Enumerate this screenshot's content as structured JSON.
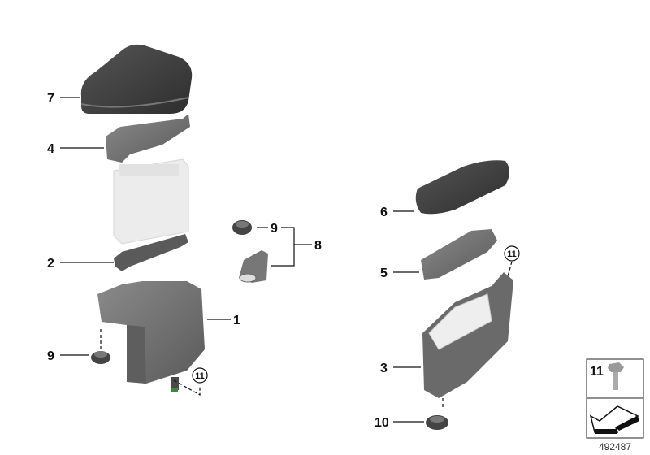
{
  "diagram": {
    "callouts": {
      "cover_top": "7",
      "cover_left": "4",
      "bracket": "2",
      "housing": "1",
      "grommet_left": "9",
      "screw_ref_left": "11",
      "grommet_mid": "9",
      "kit": "8",
      "cover_right_top": "6",
      "cover_right": "5",
      "screw_ref_right": "11",
      "holder_right": "3",
      "grommet_right": "10"
    },
    "legend": {
      "screw_number": "11"
    },
    "image_number": "492487"
  }
}
